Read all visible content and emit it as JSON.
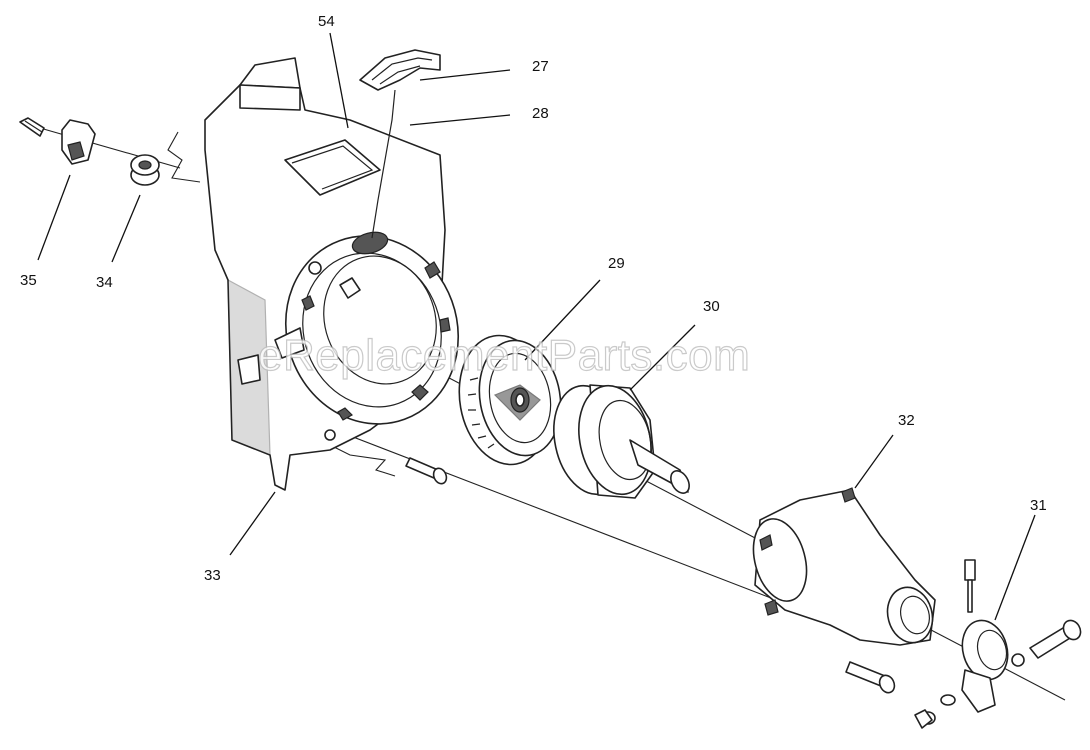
{
  "diagram": {
    "watermark": "eReplacementParts.com",
    "callouts": [
      {
        "id": "54",
        "label": "54"
      },
      {
        "id": "27",
        "label": "27"
      },
      {
        "id": "28",
        "label": "28"
      },
      {
        "id": "35",
        "label": "35"
      },
      {
        "id": "34",
        "label": "34"
      },
      {
        "id": "29",
        "label": "29"
      },
      {
        "id": "30",
        "label": "30"
      },
      {
        "id": "32",
        "label": "32"
      },
      {
        "id": "31",
        "label": "31"
      },
      {
        "id": "33",
        "label": "33"
      }
    ]
  }
}
